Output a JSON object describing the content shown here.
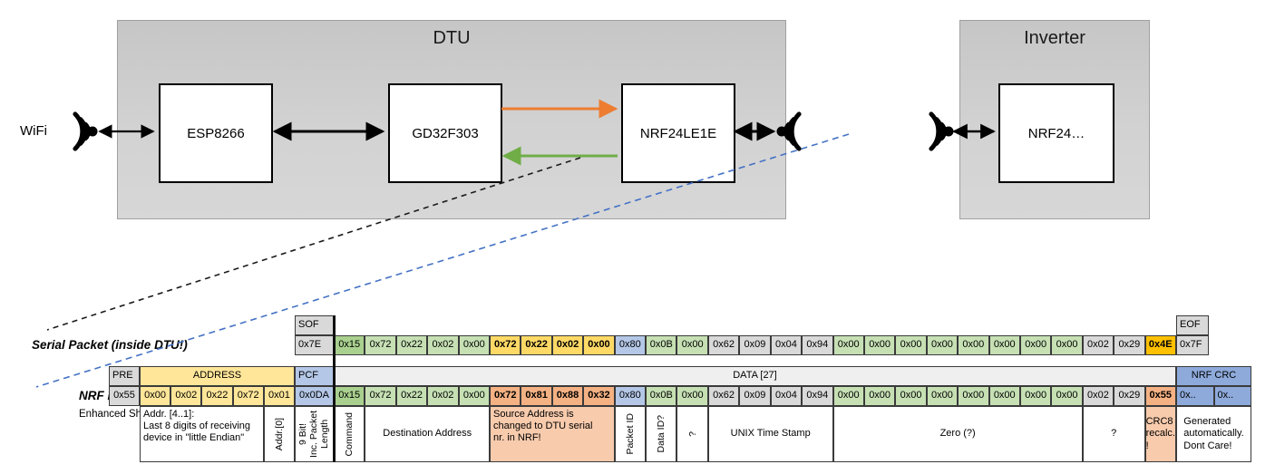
{
  "diagram": {
    "wifi_label": "WiFi",
    "dtu_title": "DTU",
    "inverter_title": "Inverter",
    "esp_label": "ESP8266",
    "gd32_label": "GD32F303",
    "nrf_dtu_label": "NRF24LE1E",
    "nrf_inverter_label": "NRF24…"
  },
  "colors": {
    "green_dark": "#A9D08E",
    "green_light": "#C6E0B4",
    "gold": "#FFD966",
    "orange": "#FFC000",
    "salmon": "#F4B183",
    "salmon_light": "#F8CBAD",
    "blue_light": "#B4C7E7",
    "blue_mid": "#8EAADB",
    "gray_cell": "#D9D9D9",
    "gray_band": "#EFEFEF",
    "yellow": "#FFE699",
    "arrow_orange": "#ED7D31",
    "arrow_green": "#70AD47",
    "dash_blue": "#4472C4"
  },
  "serial_packet": {
    "label": "Serial Packet (inside DTU!)",
    "sof_header": "SOF",
    "sof_value": "0x7E",
    "eof_header": "EOF",
    "eof_value": "0x7F",
    "bytes": [
      {
        "v": "0x15",
        "c": "green_dark"
      },
      {
        "v": "0x72",
        "c": "green_light"
      },
      {
        "v": "0x22",
        "c": "green_light"
      },
      {
        "v": "0x02",
        "c": "green_light"
      },
      {
        "v": "0x00",
        "c": "green_light"
      },
      {
        "v": "0x72",
        "c": "gold"
      },
      {
        "v": "0x22",
        "c": "gold"
      },
      {
        "v": "0x02",
        "c": "gold"
      },
      {
        "v": "0x00",
        "c": "gold"
      },
      {
        "v": "0x80",
        "c": "blue_light"
      },
      {
        "v": "0x0B",
        "c": "green_light"
      },
      {
        "v": "0x00",
        "c": "green_light"
      },
      {
        "v": "0x62",
        "c": "gray_cell"
      },
      {
        "v": "0x09",
        "c": "gray_cell"
      },
      {
        "v": "0x04",
        "c": "gray_cell"
      },
      {
        "v": "0x94",
        "c": "gray_cell"
      },
      {
        "v": "0x00",
        "c": "green_light"
      },
      {
        "v": "0x00",
        "c": "green_light"
      },
      {
        "v": "0x00",
        "c": "green_light"
      },
      {
        "v": "0x00",
        "c": "green_light"
      },
      {
        "v": "0x00",
        "c": "green_light"
      },
      {
        "v": "0x00",
        "c": "green_light"
      },
      {
        "v": "0x00",
        "c": "green_light"
      },
      {
        "v": "0x00",
        "c": "green_light"
      },
      {
        "v": "0x02",
        "c": "gray_cell"
      },
      {
        "v": "0x29",
        "c": "gray_cell"
      },
      {
        "v": "0x4E",
        "c": "orange"
      }
    ]
  },
  "nrf_packet": {
    "label": "NRF Packet",
    "sublabel": "Enhanced Shockburst",
    "pre_header": "PRE",
    "pre_value": "0x55",
    "address_header": "ADDRESS",
    "address_values": [
      "0x00",
      "0x02",
      "0x22",
      "0x72",
      "0x01"
    ],
    "pcf_header": "PCF",
    "pcf_value": "0x0DA",
    "data_header": "DATA [27]",
    "crc_header": "NRF CRC",
    "crc_values": [
      "0x..",
      "0x.."
    ],
    "bytes": [
      {
        "v": "0x15",
        "c": "green_dark"
      },
      {
        "v": "0x72",
        "c": "green_light"
      },
      {
        "v": "0x22",
        "c": "green_light"
      },
      {
        "v": "0x02",
        "c": "green_light"
      },
      {
        "v": "0x00",
        "c": "green_light"
      },
      {
        "v": "0x72",
        "c": "salmon"
      },
      {
        "v": "0x81",
        "c": "salmon"
      },
      {
        "v": "0x88",
        "c": "salmon"
      },
      {
        "v": "0x32",
        "c": "salmon"
      },
      {
        "v": "0x80",
        "c": "blue_light"
      },
      {
        "v": "0x0B",
        "c": "green_light"
      },
      {
        "v": "0x00",
        "c": "green_light"
      },
      {
        "v": "0x62",
        "c": "gray_cell"
      },
      {
        "v": "0x09",
        "c": "gray_cell"
      },
      {
        "v": "0x04",
        "c": "gray_cell"
      },
      {
        "v": "0x94",
        "c": "gray_cell"
      },
      {
        "v": "0x00",
        "c": "green_light"
      },
      {
        "v": "0x00",
        "c": "green_light"
      },
      {
        "v": "0x00",
        "c": "green_light"
      },
      {
        "v": "0x00",
        "c": "green_light"
      },
      {
        "v": "0x00",
        "c": "green_light"
      },
      {
        "v": "0x00",
        "c": "green_light"
      },
      {
        "v": "0x00",
        "c": "green_light"
      },
      {
        "v": "0x00",
        "c": "green_light"
      },
      {
        "v": "0x02",
        "c": "gray_cell"
      },
      {
        "v": "0x29",
        "c": "gray_cell"
      },
      {
        "v": "0x55",
        "c": "salmon"
      }
    ]
  },
  "annotations": [
    {
      "text": "Addr. [4..1]:\nLast 8 digits of receiving\ndevice in \"little Endian\"",
      "col": "a0",
      "span": 4,
      "align": "left"
    },
    {
      "text": "Addr.[0]",
      "col": "a4",
      "span": 1,
      "vertical": true
    },
    {
      "text": "9 Bit!\nInc. Packet\nLength",
      "col": "pcf",
      "span": 1,
      "vertical": true
    },
    {
      "text": "Command",
      "col": "d0",
      "span": 1,
      "vertical": true
    },
    {
      "text": "Destination Address",
      "col": "d1",
      "span": 4
    },
    {
      "text": "Source Address is\nchanged to DTU serial\nnr. in NRF!",
      "col": "d5",
      "span": 4,
      "align": "left",
      "highlight": true
    },
    {
      "text": "Packet ID",
      "col": "d9",
      "span": 1,
      "vertical": true
    },
    {
      "text": "Data ID?",
      "col": "d10",
      "span": 1,
      "vertical": true
    },
    {
      "text": "?",
      "col": "d11",
      "span": 1,
      "vertical": true
    },
    {
      "text": "UNIX Time Stamp",
      "col": "d12",
      "span": 4
    },
    {
      "text": "Zero (?)",
      "col": "d16",
      "span": 8
    },
    {
      "text": "?",
      "col": "d24",
      "span": 2
    },
    {
      "text": "CRC8\nrecalc.\n!",
      "col": "d26",
      "span": 1,
      "highlight": true
    },
    {
      "text": "Generated\nautomatically.\nDont Care!",
      "col": "c0",
      "span": 2
    }
  ]
}
